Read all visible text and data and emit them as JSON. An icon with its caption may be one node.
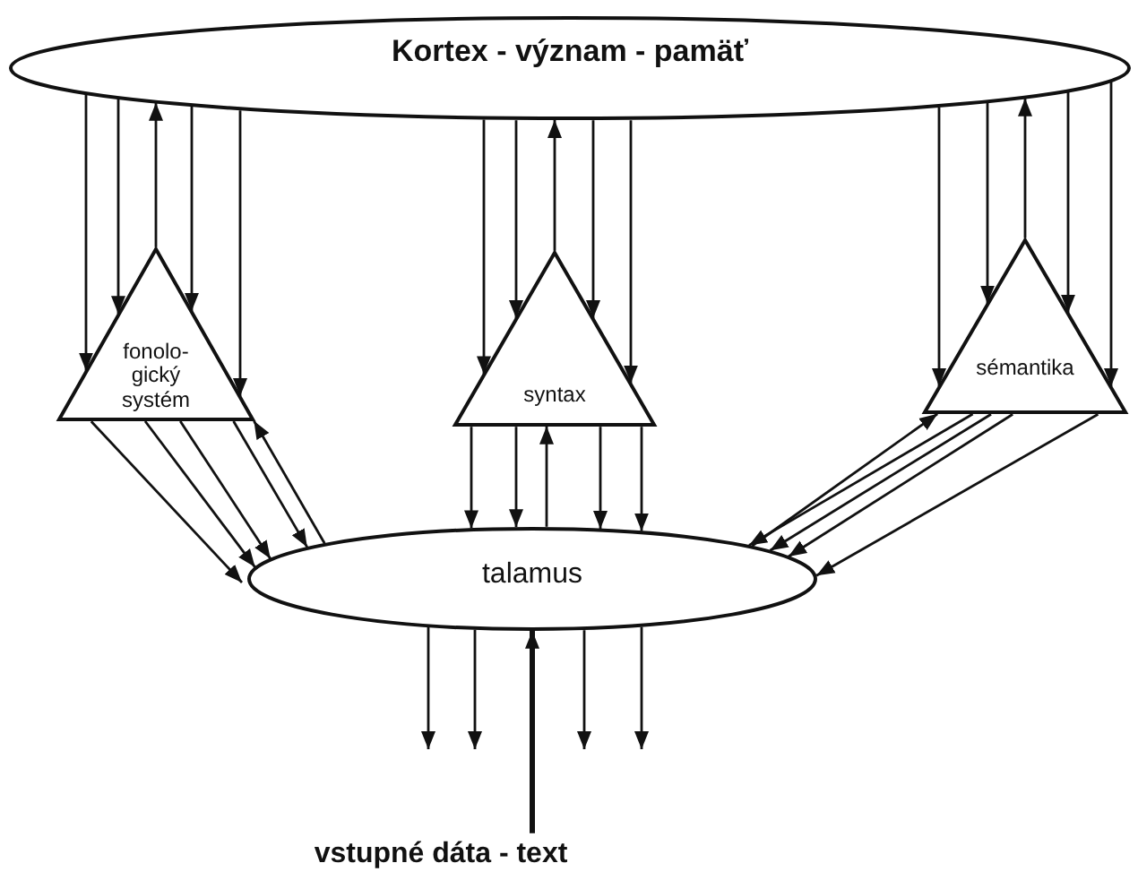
{
  "diagram": {
    "nodes": [
      {
        "text": [
          "Kortex - význam - pamäť"
        ]
      },
      {
        "text": [
          "fonolo- gický systém"
        ]
      },
      {
        "text": [
          "syntax"
        ]
      },
      {
        "text": [
          "sémantika"
        ]
      },
      {
        "text": [
          "talamus"
        ]
      },
      {
        "text": [
          "vstupné dáta - text"
        ]
      }
    ],
    "edges": [
      {
        "from": 0,
        "to": 1,
        "arrow": "to"
      },
      {
        "from": 0,
        "to": 1,
        "arrow": "to"
      },
      {
        "from": 1,
        "to": 0,
        "arrow": "to"
      },
      {
        "from": 0,
        "to": 1,
        "arrow": "to"
      },
      {
        "from": 0,
        "to": 1,
        "arrow": "to"
      },
      {
        "from": 0,
        "to": 2,
        "arrow": "to"
      },
      {
        "from": 0,
        "to": 2,
        "arrow": "to"
      },
      {
        "from": 2,
        "to": 0,
        "arrow": "to"
      },
      {
        "from": 0,
        "to": 2,
        "arrow": "to"
      },
      {
        "from": 0,
        "to": 2,
        "arrow": "to"
      },
      {
        "from": 0,
        "to": 3,
        "arrow": "to"
      },
      {
        "from": 0,
        "to": 3,
        "arrow": "to"
      },
      {
        "from": 3,
        "to": 0,
        "arrow": "to"
      },
      {
        "from": 0,
        "to": 3,
        "arrow": "to"
      },
      {
        "from": 0,
        "to": 3,
        "arrow": "to"
      },
      {
        "from": 1,
        "to": 4,
        "arrow": "to"
      },
      {
        "from": 1,
        "to": 4,
        "arrow": "to"
      },
      {
        "from": 1,
        "to": 4,
        "arrow": "to"
      },
      {
        "from": 1,
        "to": 4,
        "arrow": "to"
      },
      {
        "from": 4,
        "to": 1,
        "arrow": "to"
      },
      {
        "from": 2,
        "to": 4,
        "arrow": "to"
      },
      {
        "from": 2,
        "to": 4,
        "arrow": "to"
      },
      {
        "from": 4,
        "to": 2,
        "arrow": "to"
      },
      {
        "from": 2,
        "to": 4,
        "arrow": "to"
      },
      {
        "from": 2,
        "to": 4,
        "arrow": "to"
      },
      {
        "from": 4,
        "to": 3,
        "arrow": "to"
      },
      {
        "from": 3,
        "to": 4,
        "arrow": "to"
      },
      {
        "from": 3,
        "to": 4,
        "arrow": "to"
      },
      {
        "from": 3,
        "to": 4,
        "arrow": "to"
      },
      {
        "from": 3,
        "to": 4,
        "arrow": "to"
      },
      {
        "from": 4,
        "to": null,
        "arrow": "to"
      },
      {
        "from": 4,
        "to": null,
        "arrow": "to"
      },
      {
        "from": 4,
        "to": null,
        "arrow": "to"
      },
      {
        "from": 4,
        "to": null,
        "arrow": "to"
      },
      {
        "from": 5,
        "to": 4,
        "arrow": "to",
        "style": "thick"
      }
    ]
  }
}
